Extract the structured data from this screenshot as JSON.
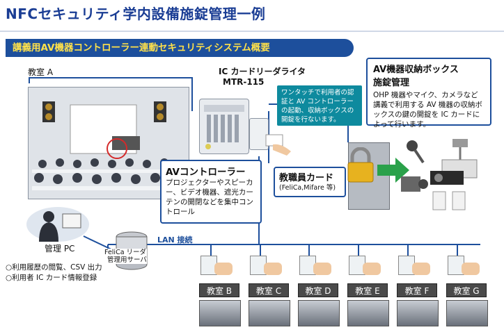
{
  "title": "NFCセキュリティ学内設備施錠管理一例",
  "subtitle": "講義用AV機器コントローラー連動セキュリティシステム概要",
  "classroom_a": "教室 A",
  "reader": {
    "line1": "IC カードリーダライタ",
    "line2": "MTR-115"
  },
  "reader_note": "ワンタッチで利用者の認証と AV コントローラーの起動、収納ボックスの開錠を行ないます。",
  "av_box": {
    "title_line1": "AV機器収納ボックス",
    "title_line2": "施錠管理",
    "body": "OHP 機器やマイク、カメラなど講義で利用する AV 機器の収納ボックスの鍵の開錠を IC カードによって行います。"
  },
  "av_controller": {
    "title": "AVコントローラー",
    "body": "プロジェクターやスピーカー、ビデオ機器、遮光カーテンの開閉などを集中コントロール"
  },
  "staff_card": {
    "title": "教職員カード",
    "sub": "(FeliCa,Mifare 等)"
  },
  "lan": "LAN 接続",
  "pc": {
    "label": "管理 PC"
  },
  "server": {
    "line1": "FeliCa リーダ",
    "line2": "管理用サーバ"
  },
  "bullets": [
    "○利用履歴の閲覧、CSV 出力",
    "○利用者 IC カード情報登録"
  ],
  "rooms": [
    "教室 B",
    "教室 C",
    "教室 D",
    "教室 E",
    "教室 F",
    "教室 G"
  ],
  "colors": {
    "title": "#1a3d94",
    "line": "#1d4f9c",
    "subtitle_text": "#ffe14a",
    "teal": "#0e8a9e"
  }
}
